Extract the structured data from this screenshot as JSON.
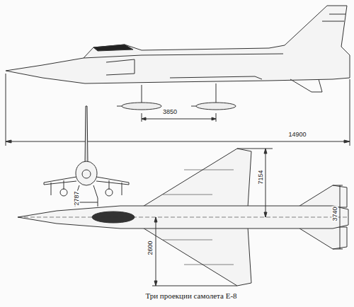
{
  "diagram": {
    "caption": "Три проекции самолета Е-8",
    "labels": [
      "3850",
      "14900",
      "2787",
      "7154",
      "3740",
      "2600"
    ]
  }
}
